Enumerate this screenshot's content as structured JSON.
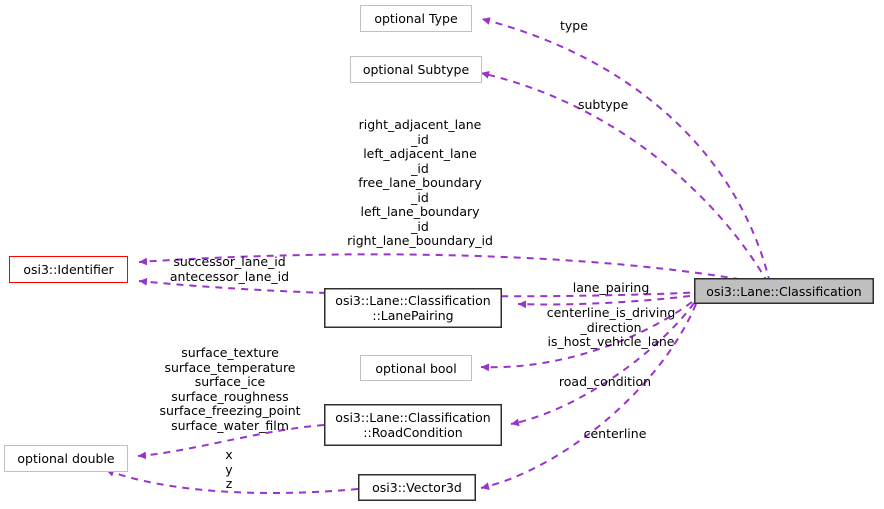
{
  "diagram": {
    "title": "osi3::Lane::Classification collaboration diagram",
    "edge_color": "#9933cc",
    "root_fill": "#bfbfbf",
    "highlight_border": "#ff0000",
    "class_border": "#2f2f2f",
    "plain_border": "#c0c0c0",
    "background": "#ffffff"
  },
  "nodes": {
    "optional_type": {
      "label": "optional Type"
    },
    "optional_subtype": {
      "label": "optional Subtype"
    },
    "identifier": {
      "label": "osi3::Identifier"
    },
    "lane_pairing": {
      "label": "osi3::Lane::Classification\n::LanePairing"
    },
    "optional_bool": {
      "label": "optional bool"
    },
    "road_condition": {
      "label": "osi3::Lane::Classification\n::RoadCondition"
    },
    "optional_double": {
      "label": "optional double"
    },
    "vector3d": {
      "label": "osi3::Vector3d"
    },
    "root": {
      "label": "osi3::Lane::Classification"
    }
  },
  "edge_labels": {
    "type": "type",
    "subtype": "subtype",
    "lane_ids": "right_adjacent_lane\n_id\nleft_adjacent_lane\n_id\nfree_lane_boundary\n_id\nleft_lane_boundary\n_id\nright_lane_boundary_id",
    "successor_antecessor": "successor_lane_id\nantecessor_lane_id",
    "lane_pairing": "lane_pairing",
    "centerline_flags": "centerline_is_driving\n_direction\nis_host_vehicle_lane",
    "road_condition": "road_condition",
    "surface_fields": "surface_texture\nsurface_temperature\nsurface_ice\nsurface_roughness\nsurface_freezing_point\nsurface_water_film",
    "centerline": "centerline",
    "xyz": "x\ny\nz"
  }
}
